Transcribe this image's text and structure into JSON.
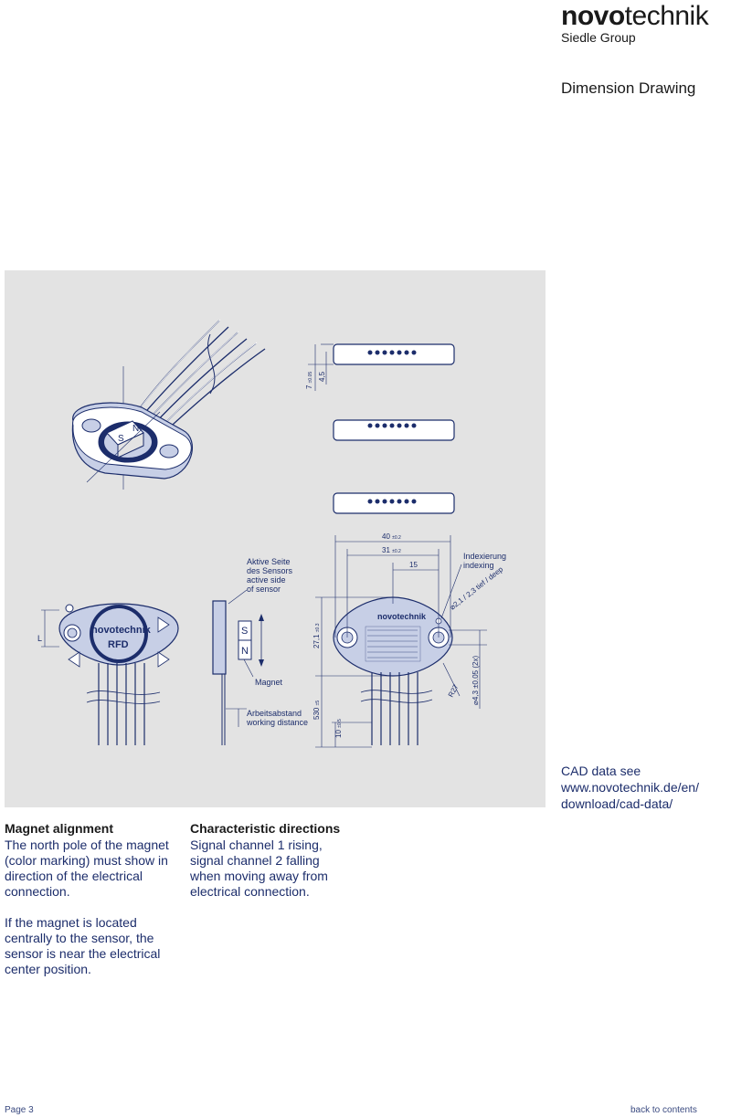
{
  "header": {
    "brand_bold": "novo",
    "brand_light": "technik",
    "brand_sub": "Siedle Group",
    "section_title": "Dimension Drawing"
  },
  "drawing": {
    "label_active_side": [
      "Aktive Seite",
      "des Sensors",
      "active side",
      "of sensor"
    ],
    "label_magnet": "Magnet",
    "label_working_distance": [
      "Arbeitsabstand",
      "working distance"
    ],
    "label_indexing": [
      "Indexierung",
      "indexing"
    ],
    "dim_40": "40",
    "dim_40_tol": "±0.2",
    "dim_31": "31",
    "dim_31_tol": "±0.2",
    "dim_15": "15",
    "dim_27": "27,1",
    "dim_27_tol": "±0.3",
    "dim_530": "530",
    "dim_530_tol": "±5",
    "dim_10": "10",
    "dim_10_tol": "±0.5",
    "dim_7": "7",
    "dim_7_tol": "±0.05",
    "dim_45": "4,5",
    "dim_hole_depth": "⌀2,1 / 2,3 tief / deep",
    "dim_hole_dia": "⌀4,3 ±0.05 (2x)",
    "dim_radius": "R27",
    "dim_L": "L",
    "pole_S": "S",
    "pole_N": "N",
    "product_brand": "novotechnik",
    "product_code": "RFD"
  },
  "cad_note": [
    "CAD data see",
    "www.novotechnik.de/en/",
    "download/cad-data/"
  ],
  "magnet_alignment": {
    "heading": "Magnet alignment",
    "para1": "The north pole of the magnet (color marking) must show in direction of the electrical connection.",
    "para2": "If the magnet is located centrally to the sensor, the sensor is near the electrical center position."
  },
  "characteristic_directions": {
    "heading": "Characteristic directions",
    "para1": "Signal channel 1 rising, signal channel 2 falling when moving away from electrical connection."
  },
  "footer": {
    "page": "Page 3",
    "back": "back to contents"
  },
  "colors": {
    "ink": "#1c2d6b",
    "panel": "#e3e3e3",
    "part_fill": "#c7cfe6"
  }
}
